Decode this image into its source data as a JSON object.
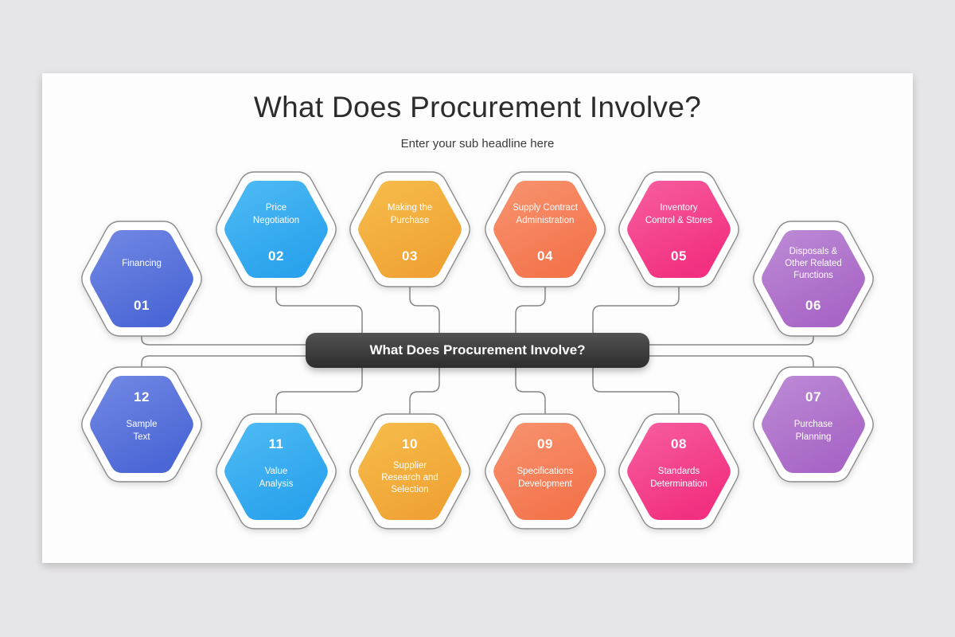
{
  "header": {
    "title": "What Does Procurement Involve?",
    "subtitle": "Enter your sub headline here"
  },
  "center": {
    "label": "What Does Procurement Involve?",
    "bg_from": "#525252",
    "bg_to": "#2d2d2d"
  },
  "palette": {
    "indigo": {
      "from": "#7389e4",
      "to": "#4b67d6"
    },
    "sky": {
      "from": "#4fbbf4",
      "to": "#2aa2ed"
    },
    "amber": {
      "from": "#f6bd4b",
      "to": "#f0a334"
    },
    "coral": {
      "from": "#f79470",
      "to": "#f4744c"
    },
    "pink": {
      "from": "#f75f9f",
      "to": "#f22f80"
    },
    "purple": {
      "from": "#bd8cd6",
      "to": "#a865c6"
    }
  },
  "connector_color": "#858585",
  "nodes": [
    {
      "number": "01",
      "label": "Financing",
      "color": "indigo"
    },
    {
      "number": "02",
      "label": "Price\nNegotiation",
      "color": "sky"
    },
    {
      "number": "03",
      "label": "Making the\nPurchase",
      "color": "amber"
    },
    {
      "number": "04",
      "label": "Supply Contract\nAdministration",
      "color": "coral"
    },
    {
      "number": "05",
      "label": "Inventory\nControl & Stores",
      "color": "pink"
    },
    {
      "number": "06",
      "label": "Disposals &\nOther Related\nFunctions",
      "color": "purple"
    },
    {
      "number": "07",
      "label": "Purchase\nPlanning",
      "color": "purple"
    },
    {
      "number": "08",
      "label": "Standards\nDetermination",
      "color": "pink"
    },
    {
      "number": "09",
      "label": "Specifications\nDevelopment",
      "color": "coral"
    },
    {
      "number": "10",
      "label": "Supplier\nResearch and\nSelection",
      "color": "amber"
    },
    {
      "number": "11",
      "label": "Value\nAnalysis",
      "color": "sky"
    },
    {
      "number": "12",
      "label": "Sample\nText",
      "color": "indigo"
    }
  ]
}
